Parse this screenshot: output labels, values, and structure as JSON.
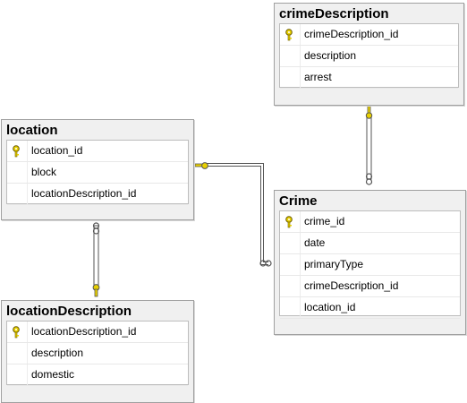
{
  "tables": {
    "crimeDescription": {
      "title": "crimeDescription",
      "columns": [
        "crimeDescription_id",
        "description",
        "arrest"
      ]
    },
    "location": {
      "title": "location",
      "columns": [
        "location_id",
        "block",
        "locationDescription_id"
      ]
    },
    "crime": {
      "title": "Crime",
      "columns": [
        "crime_id",
        "date",
        "primaryType",
        "crimeDescription_id",
        "location_id"
      ]
    },
    "locationDescription": {
      "title": "locationDescription",
      "columns": [
        "locationDescription_id",
        "description",
        "domestic"
      ]
    }
  },
  "colors": {
    "key": "#e8d000",
    "line": "#555555",
    "table_bg": "#f0f0f0"
  },
  "icons": {
    "primary_key": "key-icon",
    "relationship_one_end": "key-icon",
    "relationship_many_end": "infinity-icon"
  }
}
